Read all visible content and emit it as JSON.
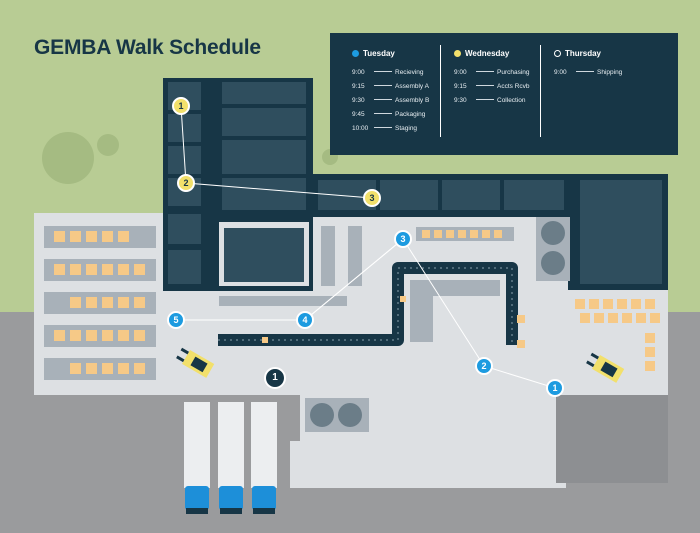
{
  "title": "GEMBA Walk Schedule",
  "colors": {
    "lawn": "#b8cc94",
    "tuesday": "#1d9be0",
    "wednesday": "#f2e06b",
    "thursday": "#173646",
    "building_dark": "#173646",
    "floor": "#dde0e3",
    "crate": "#f6c987",
    "truck_cab": "#1d8fd9"
  },
  "schedule": {
    "columns": [
      {
        "day": "Tuesday",
        "marker": "tuesday",
        "items": [
          {
            "time": "9:00",
            "label": "Recieving"
          },
          {
            "time": "9:15",
            "label": "Assembly A"
          },
          {
            "time": "9:30",
            "label": "Assembly B"
          },
          {
            "time": "9:45",
            "label": "Packaging"
          },
          {
            "time": "10:00",
            "label": "Staging"
          }
        ]
      },
      {
        "day": "Wednesday",
        "marker": "wednesday",
        "items": [
          {
            "time": "9:00",
            "label": "Purchasing"
          },
          {
            "time": "9:15",
            "label": "Accts Rcvb"
          },
          {
            "time": "9:30",
            "label": "Collection"
          }
        ]
      },
      {
        "day": "Thursday",
        "marker": "thursday",
        "items": [
          {
            "time": "9:00",
            "label": "Shipping"
          }
        ]
      }
    ]
  },
  "stops": {
    "wednesday": [
      "1",
      "2",
      "3"
    ],
    "tuesday": [
      "1",
      "2",
      "3",
      "4",
      "5"
    ],
    "thursday": [
      "1"
    ]
  }
}
